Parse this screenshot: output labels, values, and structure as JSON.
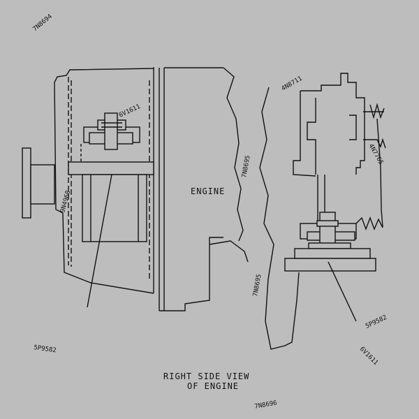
{
  "labels": {
    "engine": "ENGINE",
    "view_line1": "RIGHT SIDE VIEW",
    "view_line2": "OF ENGINE"
  },
  "callouts": {
    "top_left": "7N8694",
    "left_vertical": "9N4968",
    "upper_mount": "6V1611",
    "bottom_left": "5P9582",
    "right_vertical": "7N8695",
    "right_mid": "7N8695",
    "right_top": "4N8711",
    "right_side": "4N7765",
    "right_bottom1": "5P9582",
    "right_bottom2": "6V1611",
    "bottom_center": "7N8696"
  }
}
